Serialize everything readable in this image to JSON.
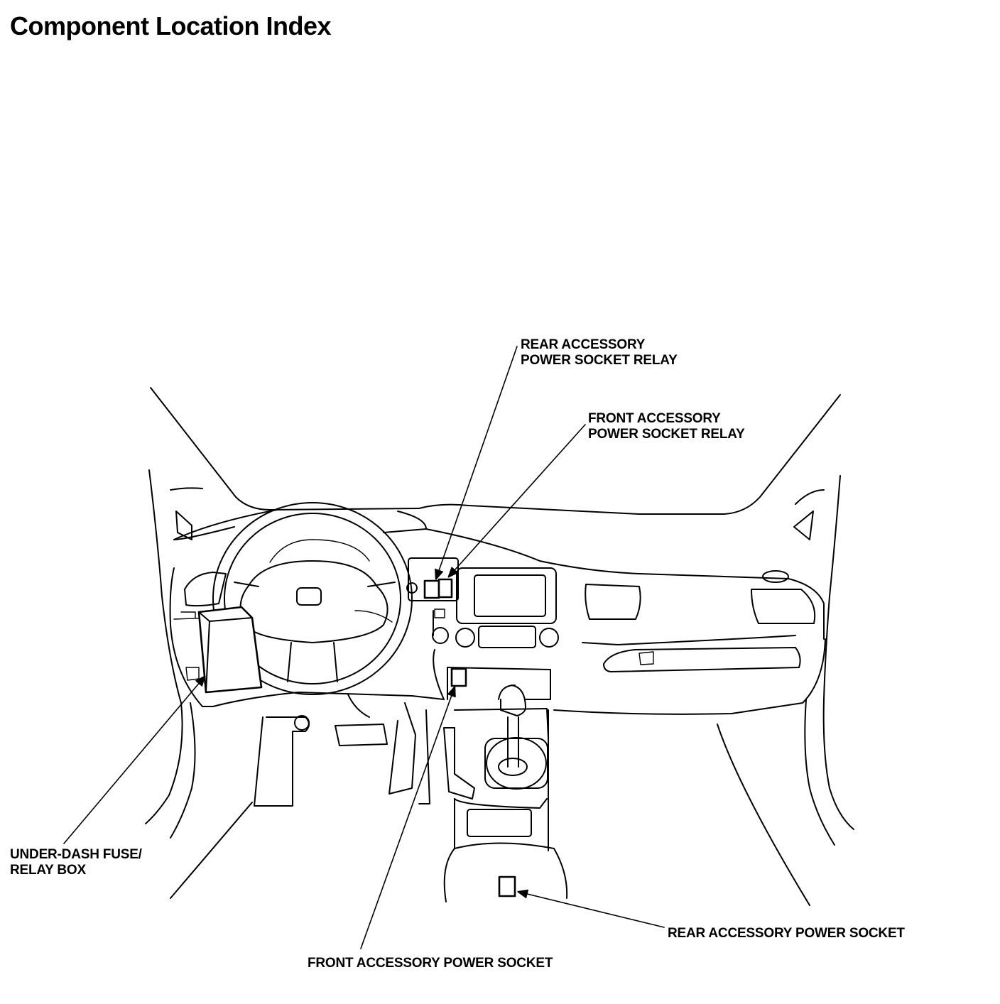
{
  "title": "Component Location Index",
  "callouts": {
    "rear_relay": {
      "line1": "REAR ACCESSORY",
      "line2": "POWER SOCKET RELAY"
    },
    "front_relay": {
      "line1": "FRONT ACCESSORY",
      "line2": "POWER SOCKET RELAY"
    },
    "fuse_box": {
      "line1": "UNDER-DASH FUSE/",
      "line2": "RELAY BOX"
    },
    "rear_socket": {
      "line1": "REAR ACCESSORY POWER SOCKET"
    },
    "front_socket": {
      "line1": "FRONT ACCESSORY POWER SOCKET"
    }
  }
}
